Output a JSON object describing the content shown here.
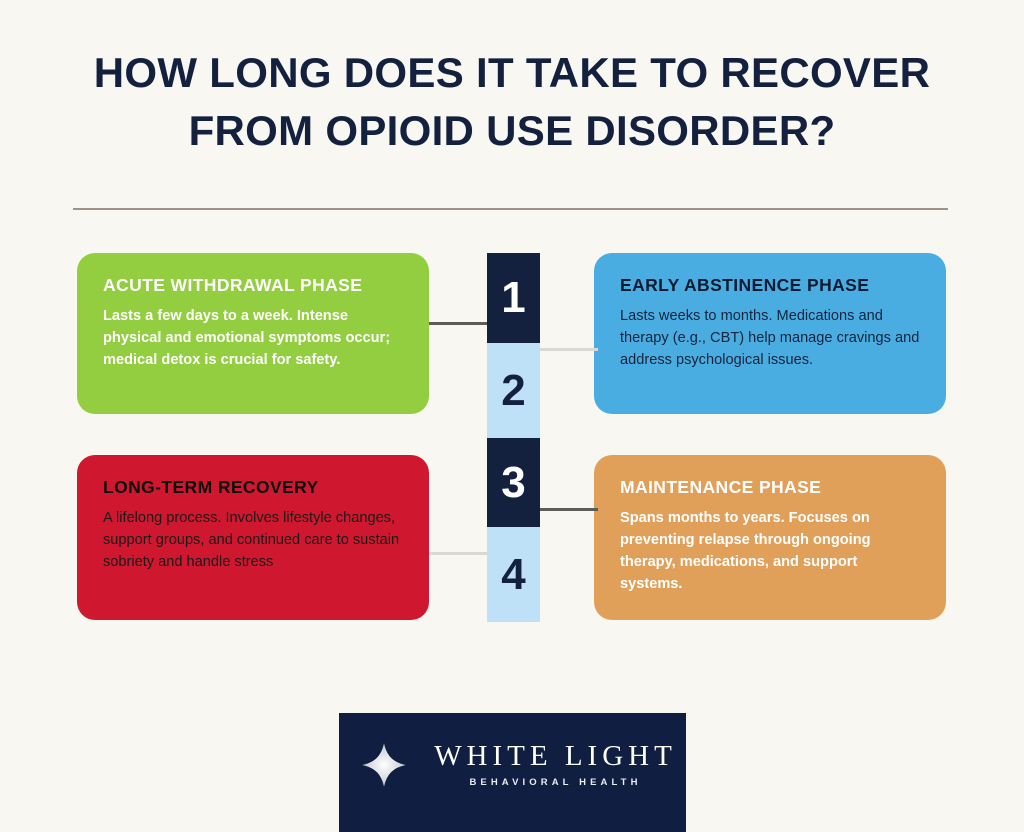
{
  "page": {
    "background_color": "#f8f7f2",
    "title_line1": "HOW LONG DOES IT TAKE TO RECOVER",
    "title_line2": "FROM OPIOID USE DISORDER?",
    "title_color": "#13213f",
    "divider_color": "#8d7f77"
  },
  "steps": [
    {
      "number": "1",
      "side": "left",
      "title": "ACUTE WITHDRAWAL PHASE",
      "body": "Lasts a few days to a week. Intense physical and emotional symptoms occur; medical detox is crucial for safety.",
      "card_color": "#92ce40",
      "block_color": "#13213f",
      "block_text_color": "#ffffff",
      "connector_color": "#5e5c58"
    },
    {
      "number": "2",
      "side": "right",
      "title": "EARLY ABSTINENCE PHASE",
      "body": "Lasts weeks to months. Medications and therapy (e.g., CBT) help manage cravings and address psychological issues.",
      "card_color": "#4aade2",
      "block_color": "#bfe1f7",
      "block_text_color": "#13213f",
      "connector_color": "#dcd9d2"
    },
    {
      "number": "3",
      "side": "right",
      "title": "MAINTENANCE PHASE",
      "body": "Spans months to years. Focuses on preventing relapse through ongoing therapy, medications, and support systems.",
      "card_color": "#e1a05a",
      "block_color": "#13213f",
      "block_text_color": "#ffffff",
      "connector_color": "#5e5c58"
    },
    {
      "number": "4",
      "side": "left",
      "title": "LONG-TERM RECOVERY",
      "body": "A lifelong process. Involves lifestyle changes, support groups, and continued care to sustain sobriety and handle stress",
      "card_color": "#cf172f",
      "block_color": "#bfe1f7",
      "block_text_color": "#13213f",
      "connector_color": "#dcd9d2"
    }
  ],
  "logo": {
    "name": "WHITE LIGHT",
    "tagline": "BEHAVIORAL HEALTH",
    "panel_color": "#101f41",
    "icon": "starburst-star-icon"
  }
}
